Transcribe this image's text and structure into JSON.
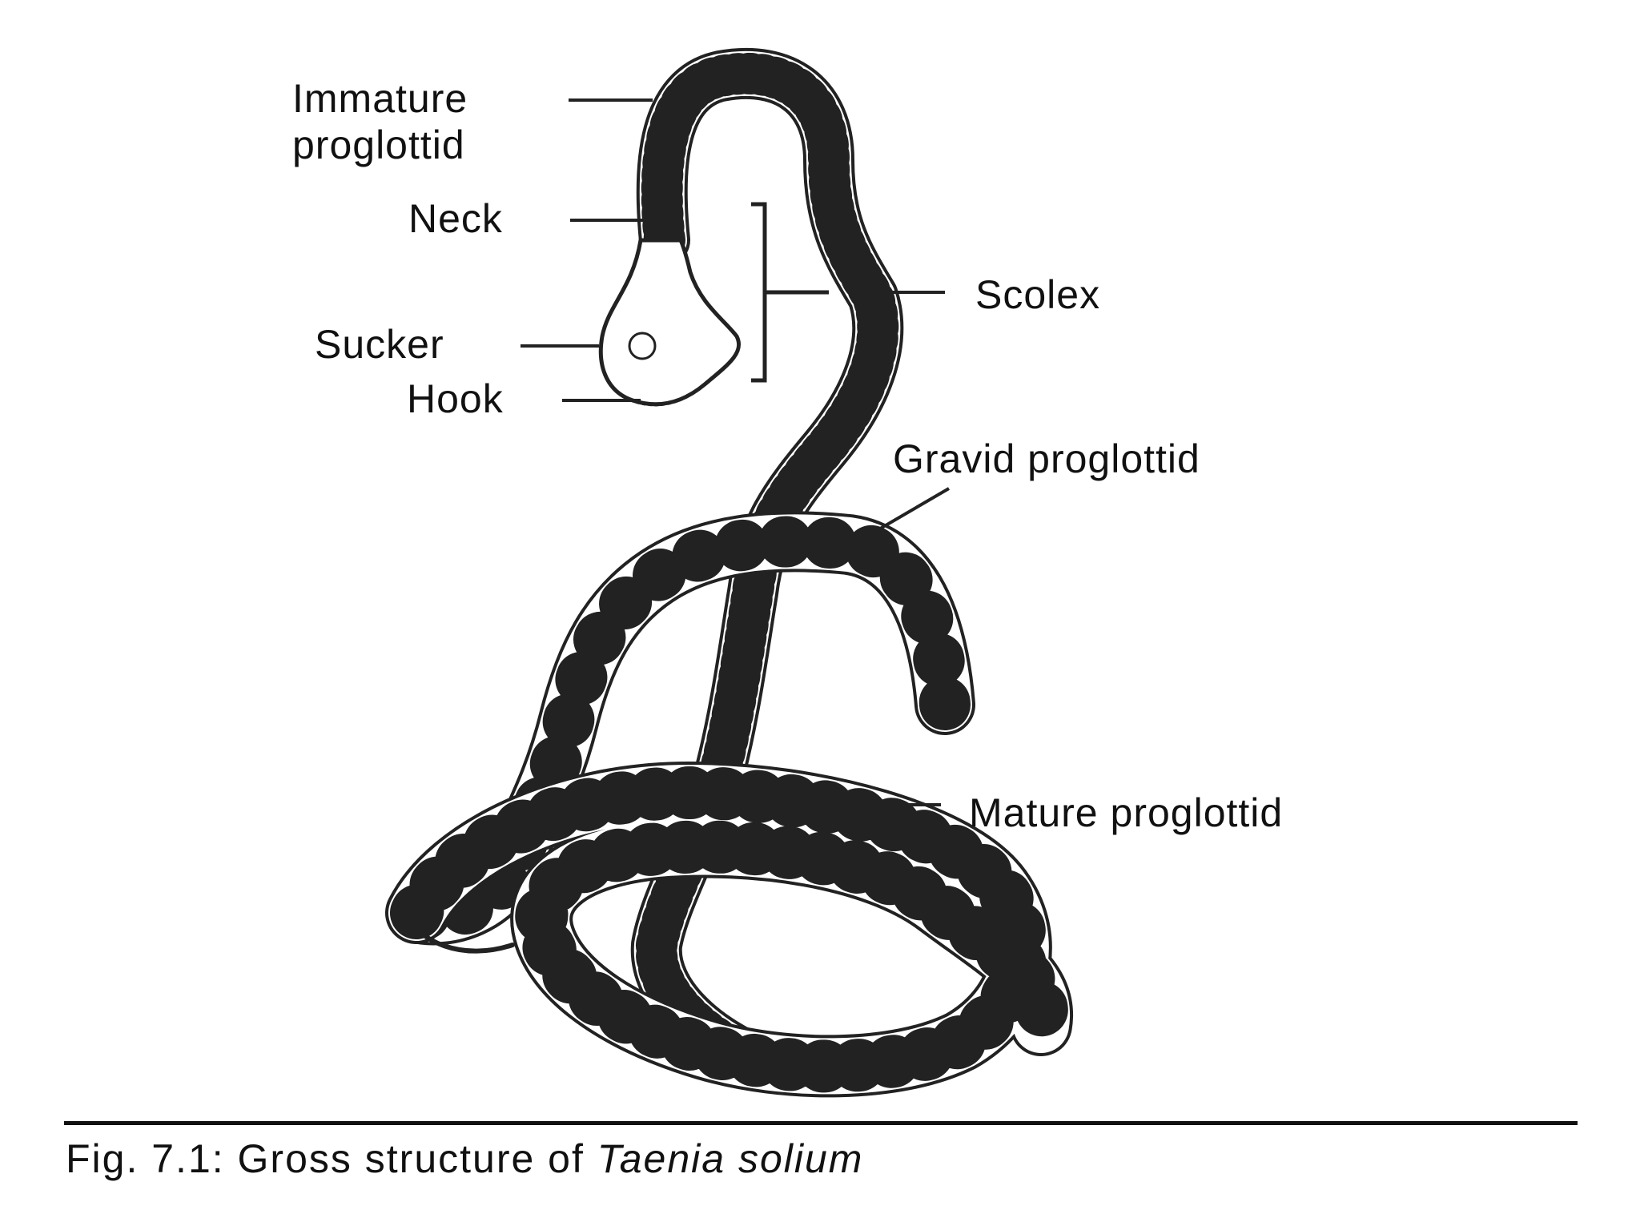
{
  "labels": {
    "immature_line1": "Immature",
    "immature_line2": "proglottid",
    "neck": "Neck",
    "sucker": "Sucker",
    "hook": "Hook",
    "scolex": "Scolex",
    "gravid": "Gravid proglottid",
    "mature": "Mature proglottid"
  },
  "caption": {
    "prefix": "Fig. 7.1: Gross structure of ",
    "species": "Taenia solium"
  }
}
